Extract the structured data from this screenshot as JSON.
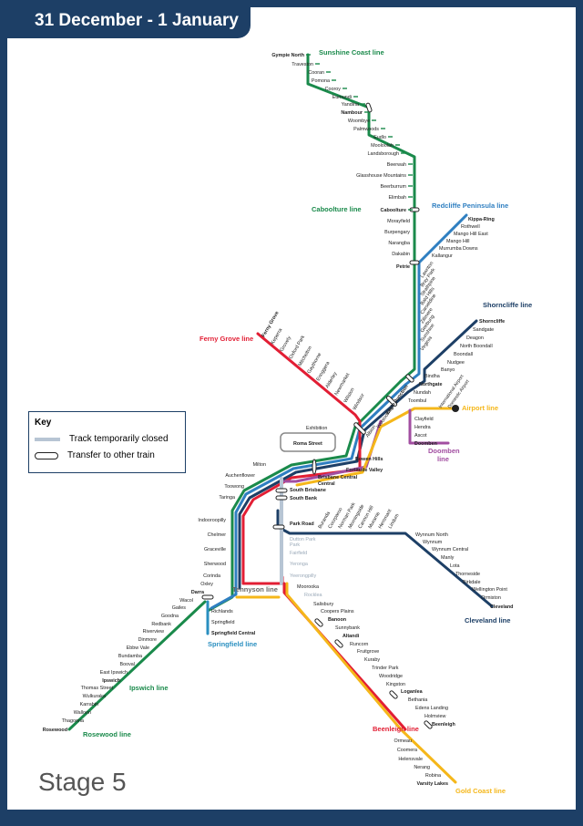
{
  "header": {
    "title": "31 December - 1 January"
  },
  "stage_label": "Stage 5",
  "key": {
    "title": "Key",
    "items": [
      {
        "label": "Track temporarily closed"
      },
      {
        "label": "Transfer to other train"
      }
    ]
  },
  "colors": {
    "sunshine_coast": "#1a8a4b",
    "caboolture": "#1a8a4b",
    "redcliffe": "#2f7fc1",
    "shorncliffe": "#1d3f66",
    "airport": "#f5b71a",
    "ferny_grove": "#e21e34",
    "ipswich": "#1a8a4b",
    "springfield": "#2a8fc0",
    "doomben": "#a24ea1",
    "cleveland": "#1d3f66",
    "beenleigh": "#e21e34",
    "gold_coast": "#f5b71a",
    "closed": "#b7c5d4",
    "frame": "#1d3f66"
  },
  "line_labels": {
    "sunshine_coast": "Sunshine Coast line",
    "caboolture": "Caboolture line",
    "redcliffe": "Redcliffe Peninsula line",
    "shorncliffe": "Shorncliffe line",
    "ferny_grove": "Ferny Grove line",
    "airport": "Airport line",
    "doomben": "Doomben\nline",
    "tennyson": "Tennyson line",
    "springfield": "Springfield line",
    "ipswich": "Ipswich line",
    "rosewood": "Rosewood line",
    "cleveland": "Cleveland line",
    "beenleigh": "Beenleigh line",
    "gold_coast": "Gold Coast line"
  },
  "stations": {
    "sunshine_coast": [
      "Gympie North",
      "Traveston",
      "Cooran",
      "Pomona",
      "Cooroy",
      "Eumundi",
      "Yandina",
      "Nambour",
      "Woombye",
      "Palmwoods",
      "Eudlo",
      "Mooloolah",
      "Landsborough",
      "Beerwah",
      "Glasshouse Mountains",
      "Beerburrum",
      "Elimbah",
      "Caboolture"
    ],
    "caboolture": [
      "Morayfield",
      "Burpengary",
      "Narangba",
      "Dakabin",
      "Petrie"
    ],
    "redcliffe": [
      "Kippa-Ring",
      "Rothwell",
      "Mango Hill East",
      "Mango Hill",
      "Murrumba Downs",
      "Kallangur"
    ],
    "petrie_south": [
      "Lawnton",
      "Bray Park",
      "Strathpine",
      "Bald Hills",
      "Carseldine",
      "Zillmere",
      "Geebung",
      "Sunshine",
      "Virginia"
    ],
    "shorncliffe": [
      "Shorncliffe",
      "Sandgate",
      "Deagon",
      "North Boondall",
      "Boondall",
      "Nudgee",
      "Banyo"
    ],
    "northgate_area": [
      "Bindha",
      "Northgate",
      "Nundah",
      "Toombul"
    ],
    "airport": [
      "International Airport",
      "Domestic Airport"
    ],
    "ferny_grove": [
      "Ferny Grove",
      "Keperra",
      "Grovely",
      "Oxford Park",
      "Mitchelton",
      "Gaythorne",
      "Enoggera",
      "Alderley",
      "Newmarket",
      "Wilston",
      "Windsor"
    ],
    "doomben": [
      "Clayfield",
      "Hendra",
      "Ascot",
      "Doomben"
    ],
    "inner_north": [
      "Eagle Junction",
      "Wooloowin",
      "Albion",
      "Bowen Hills",
      "Fortitude Valley"
    ],
    "city": [
      "Exhibition",
      "Roma Street",
      "Brisbane Central",
      "South Brisbane",
      "South Bank",
      "Park Road"
    ],
    "western": [
      "Milton",
      "Auchenflower",
      "Toowong",
      "Taringa",
      "Indooroopilly",
      "Chelmer",
      "Graceville",
      "Sherwood",
      "Corinda",
      "Oxley",
      "Darra"
    ],
    "springfield": [
      "Richlands",
      "Springfield",
      "Springfield Central"
    ],
    "ipswich": [
      "Wacol",
      "Gailes",
      "Goodna",
      "Redbank",
      "Riverview",
      "Dinmore",
      "Ebbw Vale",
      "Bundamba",
      "Booval",
      "East Ipswich",
      "Ipswich",
      "Thomas Street",
      "Wulkuraka",
      "Karrabin",
      "Walloon",
      "Thagoona",
      "Rosewood"
    ],
    "cleveland_inner": [
      "Buranda",
      "Coorparoo",
      "Norman Park",
      "Morningside",
      "Cannon Hill",
      "Murarrie",
      "Hemmant",
      "Lindum"
    ],
    "cleveland": [
      "Wynnum North",
      "Wynnum",
      "Wynnum Central",
      "Manly",
      "Lota",
      "Thorneside",
      "Birkdale",
      "Wellington Point",
      "Ormiston",
      "Cleveland"
    ],
    "tennyson_closed": [
      "Dutton Park",
      "Fairfield",
      "Yeronga",
      "Yeerongpilly"
    ],
    "beenleigh": [
      "Moorooka",
      "Rocklea",
      "Salisbury",
      "Coopers Plains",
      "Banoon",
      "Sunnybank",
      "Altandi",
      "Runcorn",
      "Fruitgrove",
      "Kuraby",
      "Trinder Park",
      "Woodridge",
      "Kingston",
      "Loganlea",
      "Bethania",
      "Edens Landing",
      "Holmview",
      "Beenleigh"
    ],
    "gold_coast": [
      "Ormeau",
      "Coomera",
      "Helensvale",
      "Nerang",
      "Robina",
      "Varsity Lakes"
    ]
  }
}
